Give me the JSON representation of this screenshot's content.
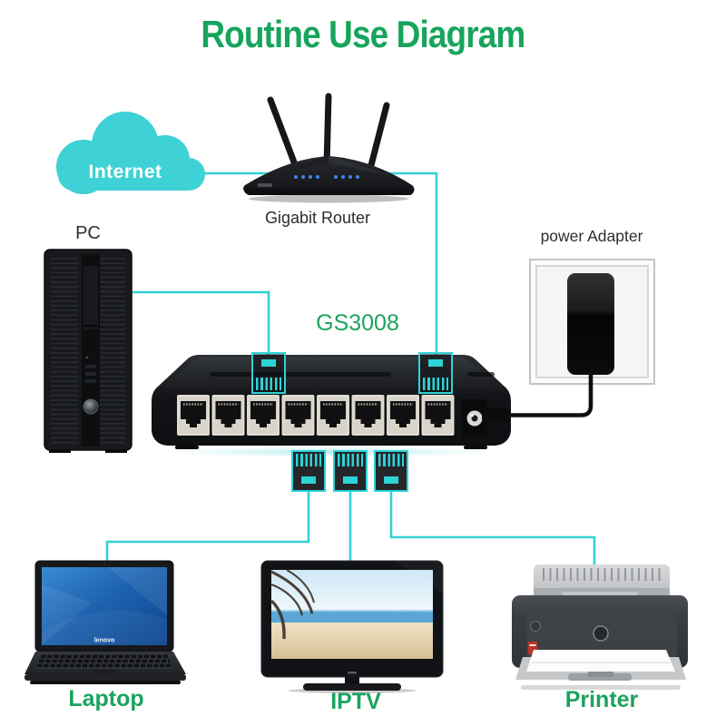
{
  "title": "Routine Use Diagram",
  "colors": {
    "accent_green": "#18a35c",
    "accent_cyan": "#35d0d5",
    "cloud_cyan": "#3ed2d6",
    "cable_black": "#111111"
  },
  "nodes": {
    "internet": {
      "label": "Internet"
    },
    "router": {
      "label": "Gigabit Router"
    },
    "pc": {
      "label": "PC"
    },
    "switch": {
      "label": "GS3008",
      "port_count": 8
    },
    "power_adapter": {
      "label": "power Adapter"
    },
    "laptop": {
      "label": "Laptop",
      "screen_logo": "lenovo"
    },
    "iptv": {
      "label": "IPTV"
    },
    "printer": {
      "label": "Printer"
    }
  },
  "connections": [
    {
      "from": "internet",
      "to": "switch",
      "via": "router",
      "type": "ethernet"
    },
    {
      "from": "pc",
      "to": "switch",
      "type": "ethernet"
    },
    {
      "from": "switch",
      "to": "laptop",
      "type": "ethernet"
    },
    {
      "from": "switch",
      "to": "iptv",
      "type": "ethernet"
    },
    {
      "from": "switch",
      "to": "printer",
      "type": "ethernet"
    },
    {
      "from": "power_adapter",
      "to": "switch",
      "type": "power"
    }
  ]
}
